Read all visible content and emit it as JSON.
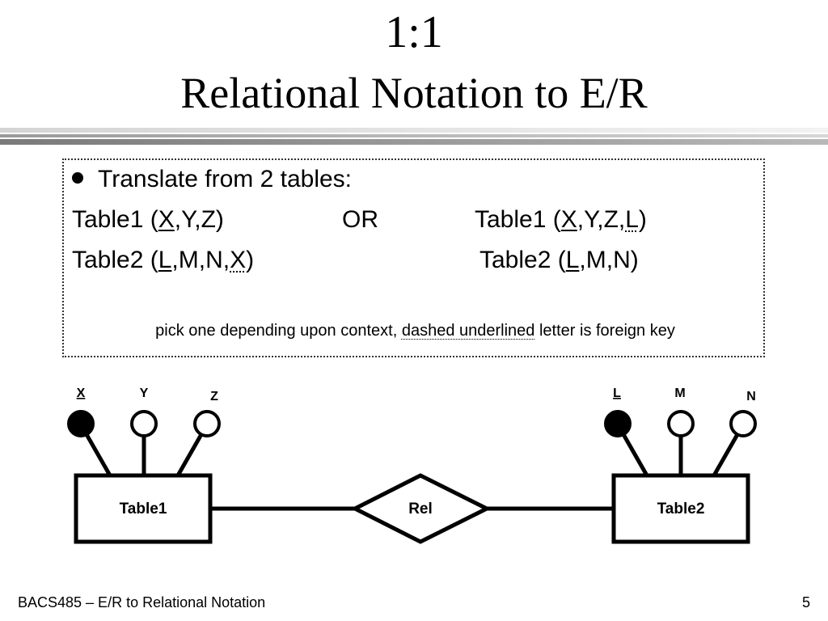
{
  "title": {
    "line1": "1:1",
    "line2": "Relational Notation to E/R"
  },
  "box": {
    "bullet_text": "Translate from 2 tables:",
    "left": {
      "row1": {
        "prefix": "Table1 (",
        "key": "X",
        "rest": ",Y,Z)"
      },
      "row2": {
        "prefix": "Table2 (",
        "key": "L",
        "mid": ",M,N,",
        "fk": "X",
        "suffix": ")"
      }
    },
    "or_label": "OR",
    "right": {
      "row1": {
        "prefix": "Table1 (",
        "key": "X",
        "mid": ",Y,Z,",
        "fk": "L",
        "suffix": ")"
      },
      "row2": {
        "prefix": "Table2 (",
        "key": "L",
        "rest": ",M,N)"
      }
    },
    "note": {
      "before": "pick one depending upon context, ",
      "dashed": "dashed underlined",
      "after": " letter is foreign key"
    }
  },
  "diagram": {
    "entity1": "Table1",
    "entity2": "Table2",
    "relationship": "Rel",
    "attrs1": [
      {
        "label": "X",
        "key": true,
        "filled": true
      },
      {
        "label": "Y",
        "key": false,
        "filled": false
      },
      {
        "label": "Z",
        "key": false,
        "filled": false
      }
    ],
    "attrs2": [
      {
        "label": "L",
        "key": true,
        "filled": true
      },
      {
        "label": "M",
        "key": false,
        "filled": false
      },
      {
        "label": "N",
        "key": false,
        "filled": false
      }
    ]
  },
  "footer": {
    "left": "BACS485 – E/R to Relational Notation",
    "page": "5"
  }
}
